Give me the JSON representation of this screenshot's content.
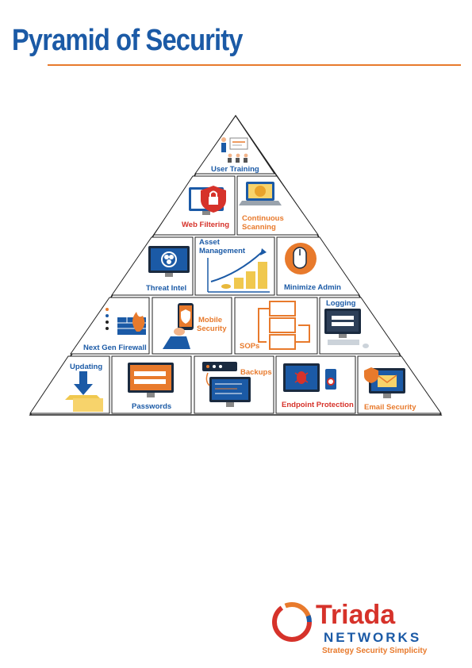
{
  "page": {
    "title": "Pyramid of Security"
  },
  "pyramid": {
    "tier1": {
      "user_training": "User Training"
    },
    "tier2": {
      "web_filtering": "Web Filtering",
      "continuous_scanning_1": "Continuous",
      "continuous_scanning_2": "Scanning"
    },
    "tier3": {
      "threat_intel": "Threat Intel",
      "asset_management_1": "Asset",
      "asset_management_2": "Management",
      "minimize_admin": "Minimize Admin"
    },
    "tier4": {
      "next_gen_firewall": "Next Gen Firewall",
      "mobile_security_1": "Mobile",
      "mobile_security_2": "Security",
      "sops": "SOPs",
      "logging": "Logging"
    },
    "tier5": {
      "updating": "Updating",
      "passwords": "Passwords",
      "backups": "Backups",
      "endpoint_protection": "Endpoint Protection",
      "email_security": "Email Security"
    }
  },
  "logo": {
    "name": "Triada",
    "sub": "NETWORKS",
    "tagline": "Strategy Security Simplicity"
  },
  "colors": {
    "brand_blue": "#1b5aa6",
    "accent_orange": "#e87a2c",
    "alert_red": "#d6322a"
  }
}
